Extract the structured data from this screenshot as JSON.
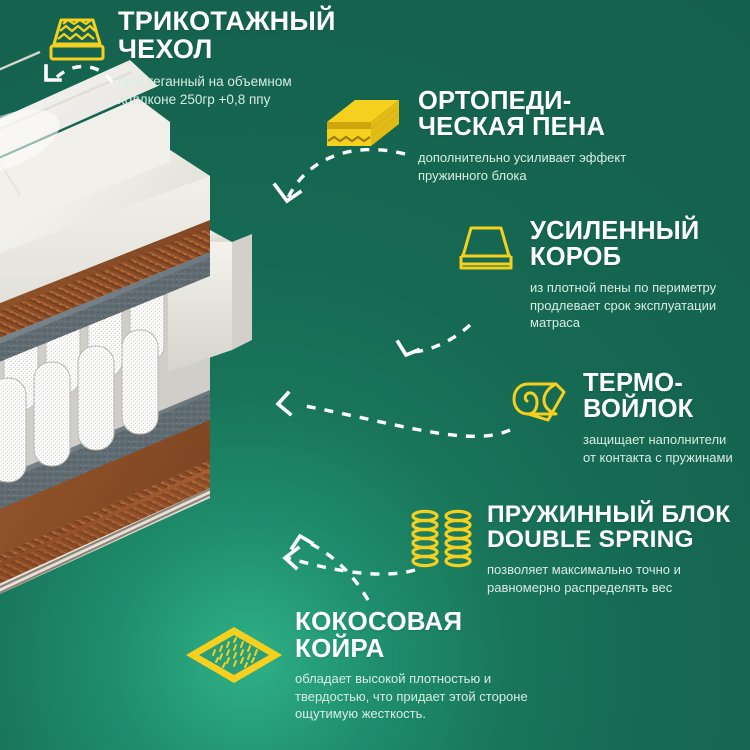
{
  "theme": {
    "background_green_dark": "#14604c",
    "background_green_light": "#2fb187",
    "accent_yellow": "#f5d01e",
    "title_color": "#ffffff",
    "subtitle_color": "#d8ece3"
  },
  "product": {
    "illustration": "mattress-cutaway-layers",
    "layer_names": [
      "quilted-knit-cover",
      "orthopedic-foam",
      "coconut-coir",
      "thermal-felt",
      "pocket-spring-block-double-spring",
      "reinforced-foam-perimeter-box"
    ]
  },
  "callouts": [
    {
      "id": "cover",
      "icon": "mattress-zigzag-icon",
      "title_line1": "ТРИКОТАЖНЫЙ",
      "title_line2": "ЧЕХОЛ",
      "subtitle_line1": "простеганный на объемном",
      "subtitle_line2": "холлконе 250гр +0,8 ппу"
    },
    {
      "id": "foam",
      "icon": "stacked-layers-icon",
      "title_line1": "ОРТОПЕДИ-",
      "title_line2": "ЧЕСКАЯ ПЕНА",
      "subtitle_line1": "дополнительно усиливает эффект",
      "subtitle_line2": "пружинного блока"
    },
    {
      "id": "box",
      "icon": "mattress-box-outline-icon",
      "title_line1": "УСИЛЕННЫЙ",
      "title_line2": "КОРОБ",
      "subtitle_line1": "из плотной пены по периметру",
      "subtitle_line2": "продлевает срок эксплуатации",
      "subtitle_line3": "матраса"
    },
    {
      "id": "felt",
      "icon": "rolled-mat-icon",
      "title_line1": "ТЕРМО-",
      "title_line2": "ВОЙЛОК",
      "subtitle_line1": "защищает наполнители",
      "subtitle_line2": "от контакта с пружинами"
    },
    {
      "id": "spring",
      "icon": "double-coil-spring-icon",
      "title_line1": "ПРУЖИННЫЙ БЛОК",
      "title_line2": "DOUBLE SPRING",
      "subtitle_line1": "позволяет максимально точно и",
      "subtitle_line2": "равномерно распределять вес"
    },
    {
      "id": "coir",
      "icon": "coir-mat-diamond-icon",
      "title_line1": "КОКОСОВАЯ",
      "title_line2": "КОЙРА",
      "subtitle_line1": "обладает высокой плотностью и",
      "subtitle_line2": "твердостью, что придает этой стороне",
      "subtitle_line3": "ощутимую жесткость."
    }
  ]
}
